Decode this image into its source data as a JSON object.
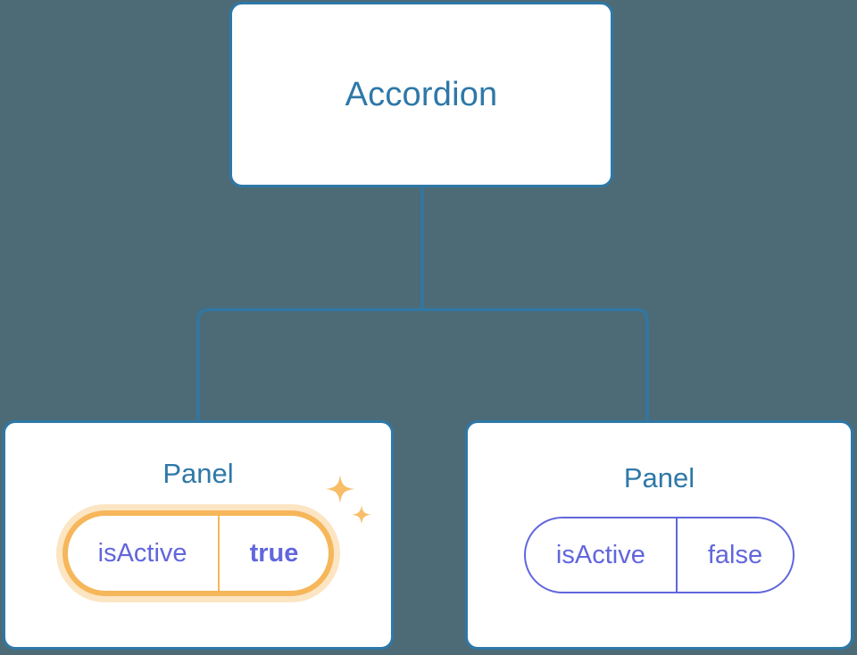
{
  "diagram": {
    "type": "component-tree",
    "background_color": "#4c6b77",
    "accent_blue": "#2e78a8",
    "accent_purple": "#6166dd",
    "highlight_orange": "#f6b65a",
    "highlight_glow": "#fbdfb0"
  },
  "root": {
    "label": "Accordion"
  },
  "panels": [
    {
      "label": "Panel",
      "prop": {
        "key": "isActive",
        "value": "true",
        "highlighted": true,
        "value_bold": true
      },
      "sparkles": [
        "sparkle-large",
        "sparkle-small"
      ]
    },
    {
      "label": "Panel",
      "prop": {
        "key": "isActive",
        "value": "false",
        "highlighted": false,
        "value_bold": false
      }
    }
  ]
}
